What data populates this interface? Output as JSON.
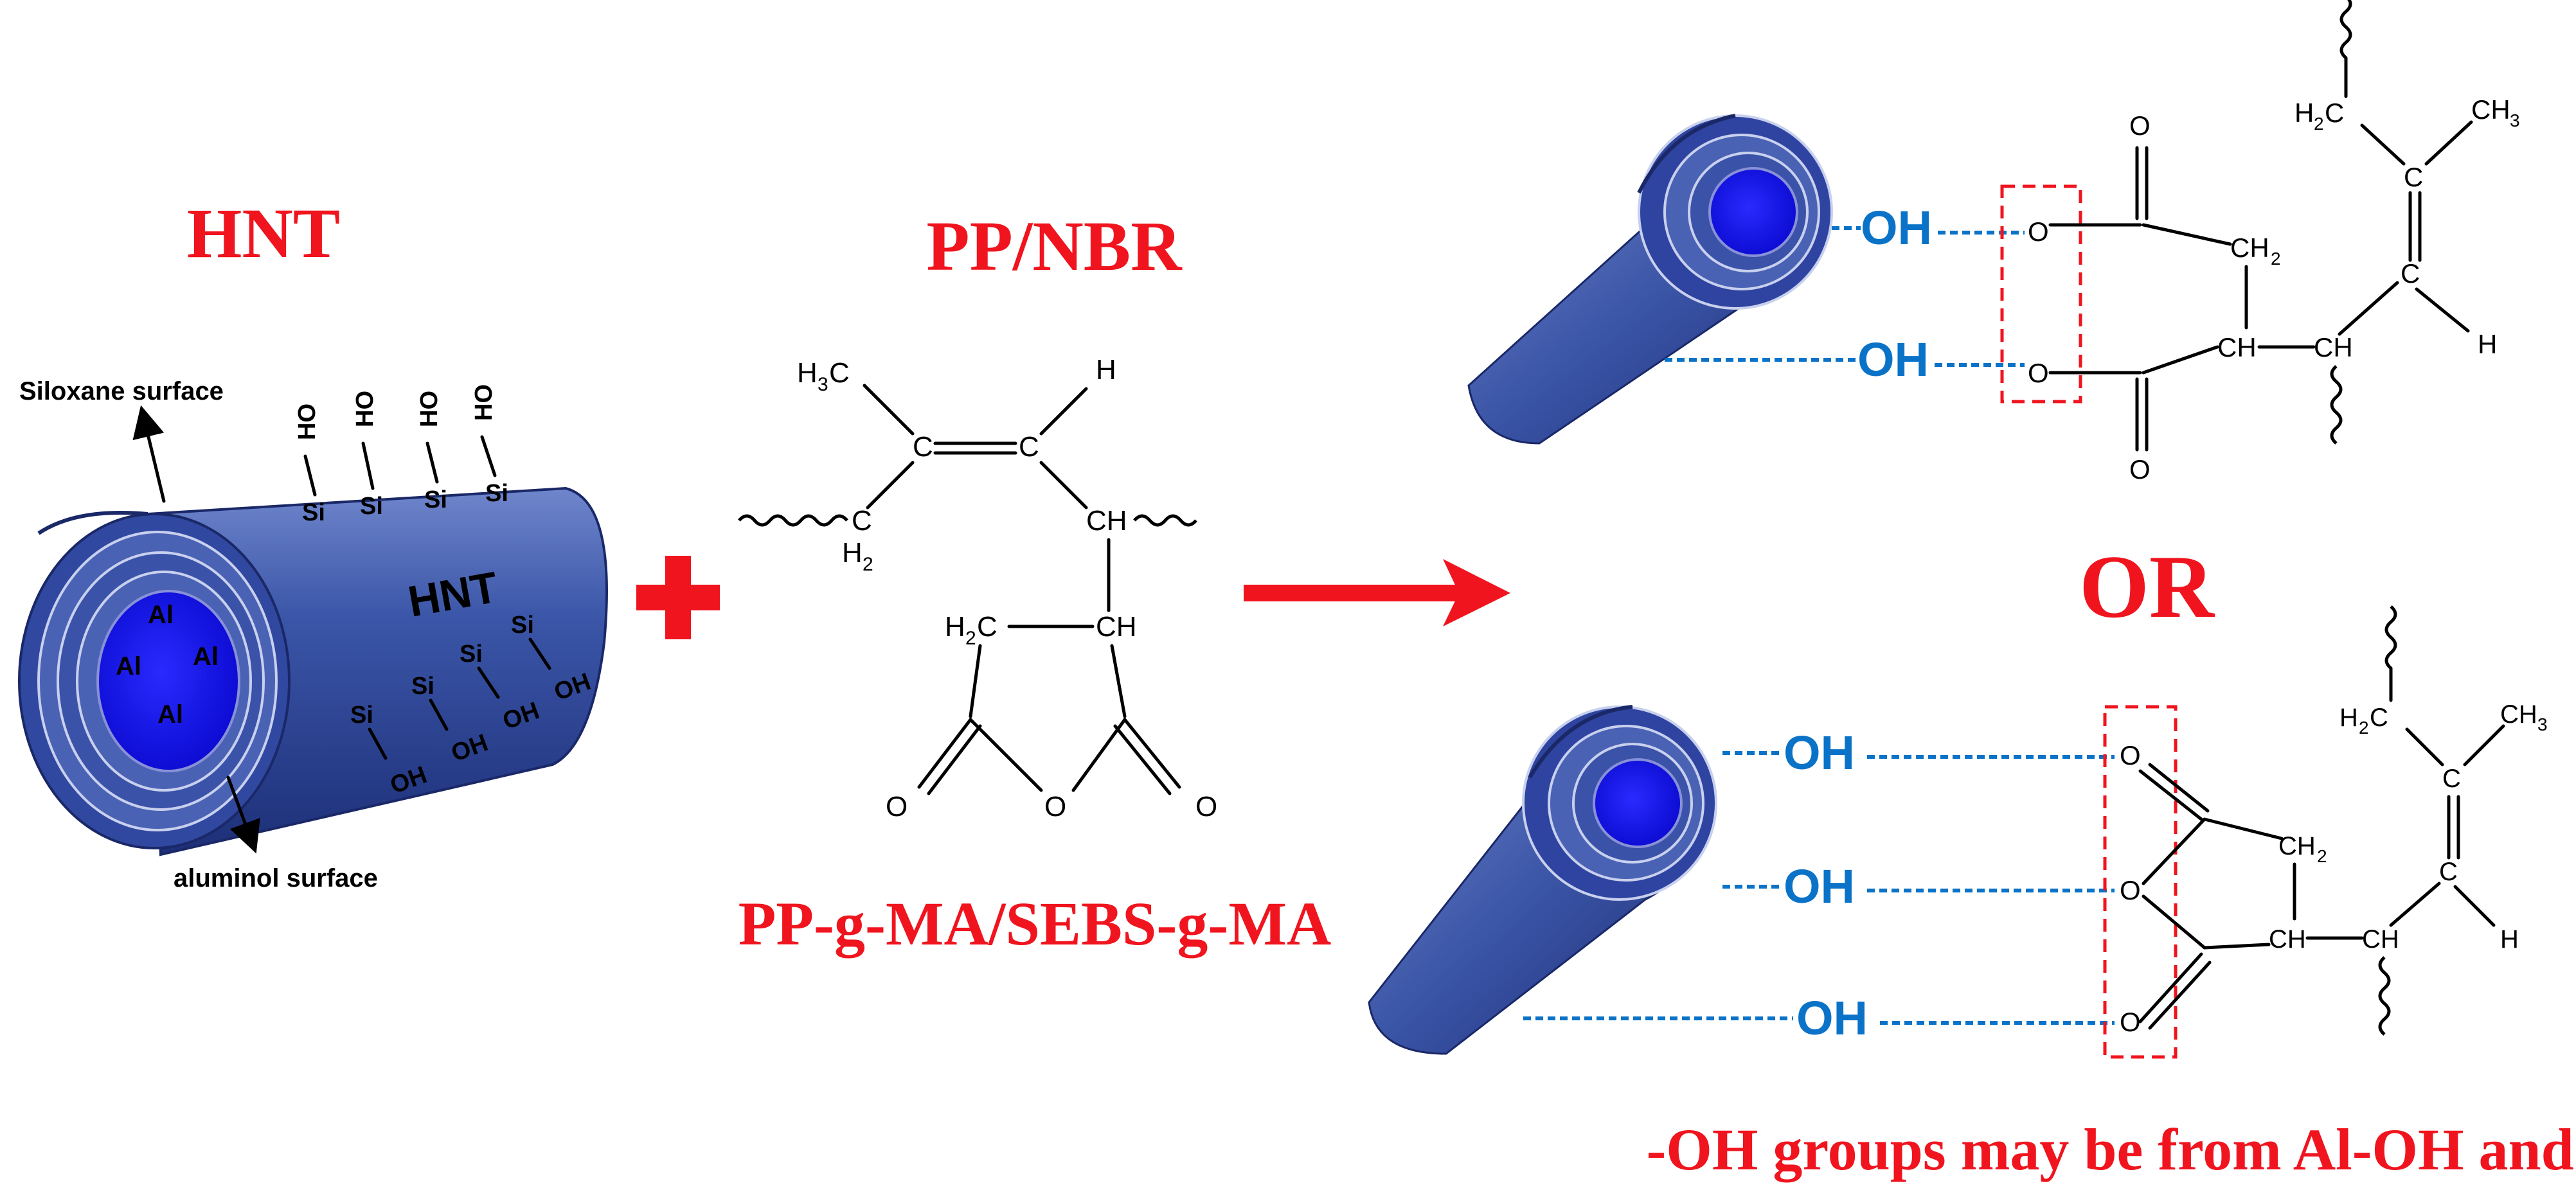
{
  "labels": {
    "hnt_title": "HNT",
    "pp_nbr_title": "PP/NBR",
    "graft_title": "PP-g-MA/SEBS-g-MA",
    "or_label": "OR",
    "footnote": "-OH groups may be from Al-OH and Si-OH",
    "siloxane_surface": "Siloxane surface",
    "aluminol_surface": "aluminol surface",
    "tube_label": "HNT"
  },
  "atoms": {
    "al": "Al",
    "si": "Si",
    "oh": "OH",
    "ho": "HO",
    "oh_bold": "OH",
    "o": "O",
    "c": "C",
    "h": "H",
    "ch": "CH",
    "ch2": "CH",
    "h2": "H",
    "h3": "H",
    "ch3": "CH",
    "sub2": "2",
    "sub3": "3"
  },
  "colors": {
    "title_red": "#f0141e",
    "oh_blue": "#0a73c8",
    "tube_blue": "#3a55a8",
    "core_blue": "#1010ee"
  }
}
